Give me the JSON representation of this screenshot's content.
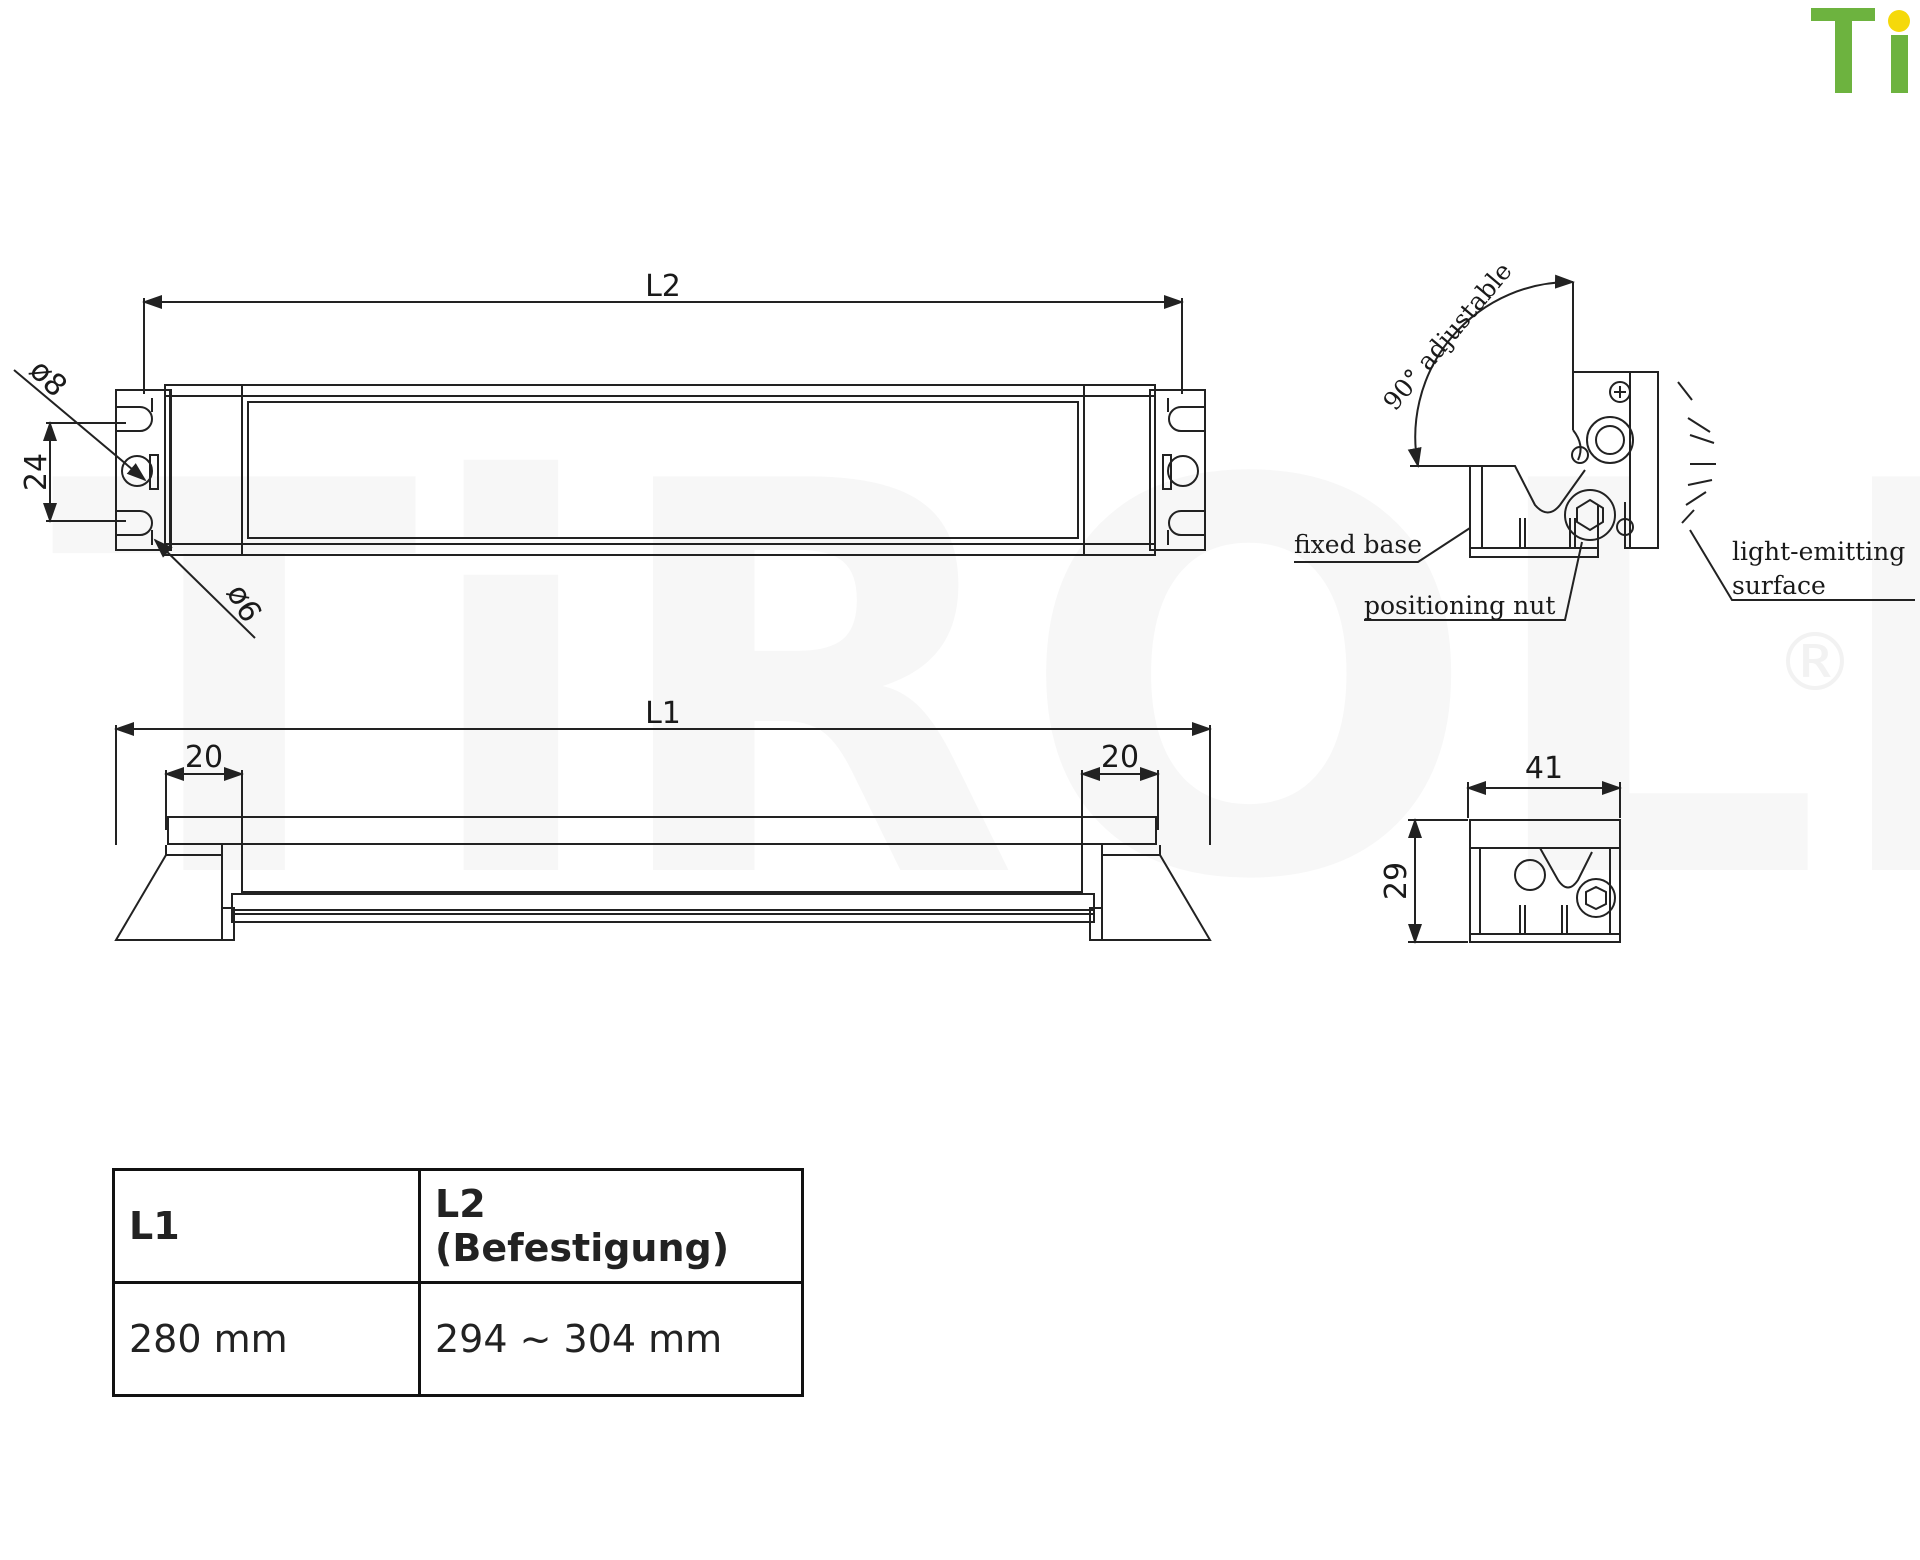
{
  "logo": {
    "text": "Ti",
    "colors": {
      "letters": "#6db33f",
      "dot": "#f5d90a"
    }
  },
  "watermark": {
    "text": "TiROLED",
    "mark": "®"
  },
  "dimensions": {
    "l2": "L2",
    "l1": "L1",
    "dia8": "ø8",
    "dia6": "ø6",
    "d24": "24",
    "d20_left": "20",
    "d20_right": "20",
    "d41": "41",
    "d29": "29"
  },
  "annotations": {
    "angle": "90° adjustable",
    "fixed_base": "fixed base",
    "positioning_nut": "positioning nut",
    "light_line1": "light-emitting",
    "light_line2": "surface"
  },
  "table": {
    "headers": [
      "L1",
      "L2 (Befestigung)"
    ],
    "rows": [
      [
        "280 mm",
        "294 ~ 304 mm"
      ]
    ]
  }
}
